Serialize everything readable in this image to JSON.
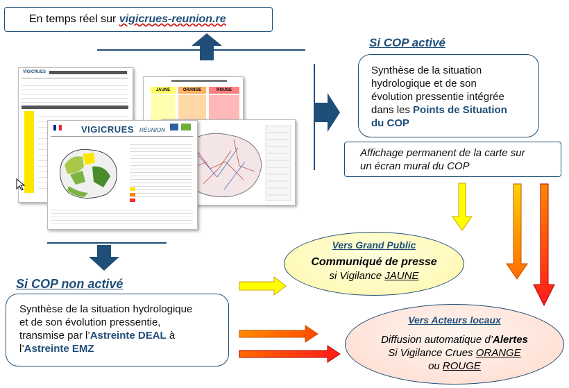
{
  "top_link": {
    "prefix": "En temps réel sur ",
    "site": "vigicrues-reunion.re"
  },
  "cop_active": {
    "heading": "Si COP activé",
    "synth_line1": "Synthèse de la situation",
    "synth_line2": "hydrologique et de son",
    "synth_line3": "évolution pressentie intégrée",
    "synth_line4_prefix": "dans les ",
    "synth_bold1": "Points de Situation",
    "synth_bold2": "du COP",
    "display_line1": "Affichage permanent de la carte sur",
    "display_line2": "un écran mural du COP"
  },
  "cop_inactive": {
    "heading": "Si COP non activé",
    "line1": "Synthèse de la situation hydrologique",
    "line2": "et de son évolution pressentie,",
    "line3_prefix": "transmise par l’",
    "line3_bold": "Astreinte DEAL",
    "line3_suffix": " à",
    "line4_prefix": "l’",
    "line4_bold": "Astreinte EMZ"
  },
  "grand_public": {
    "title": "Vers Grand Public",
    "line1": "Communiqué de presse",
    "line2_prefix": "si Vigilance ",
    "line2_level": "JAUNE"
  },
  "acteurs_locaux": {
    "title": "Vers Acteurs locaux",
    "line1_prefix": "Diffusion automatique d’",
    "line1_bold": "Alertes",
    "line2_prefix": "Si Vigilance Crues ",
    "line2_level": "ORANGE",
    "line3_prefix": "ou ",
    "line3_level": "ROUGE"
  },
  "bulletin": {
    "brand": "VIGICRUES",
    "region": "RÉUNION",
    "col_jaune": "JAUNE",
    "col_orange": "ORANGE",
    "col_rouge": "ROUGE"
  },
  "colors": {
    "blue": "#1f4e79",
    "yellow": "#ffff00",
    "orange": "#ff7f00",
    "red": "#ff2a2a",
    "green": "#4a8c2a"
  }
}
